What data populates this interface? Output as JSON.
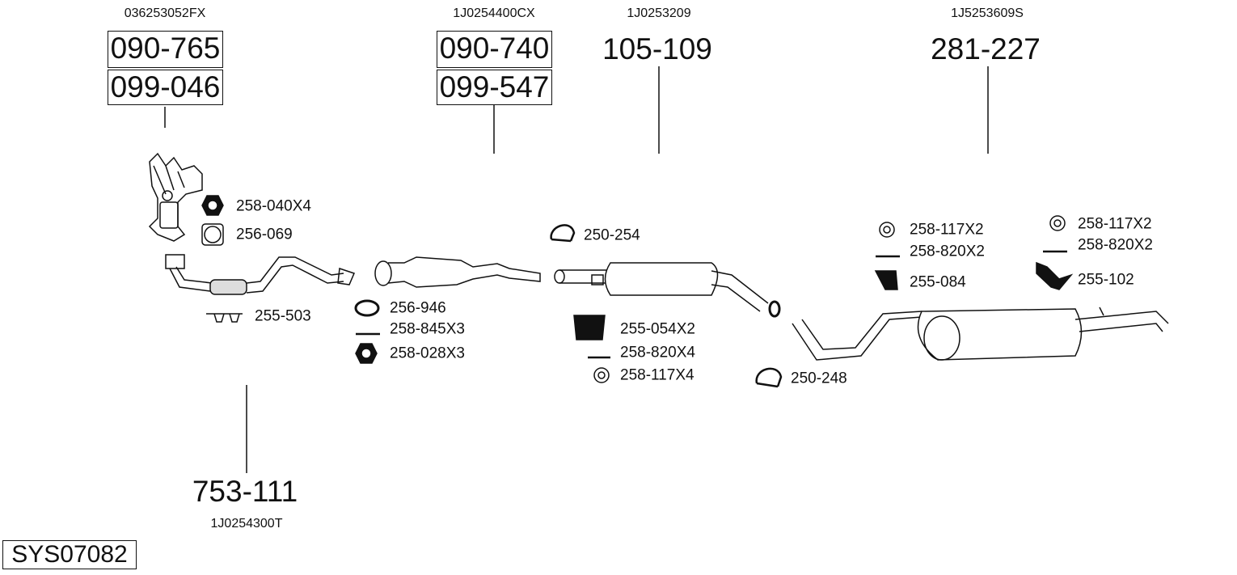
{
  "system_id": "SYS07082",
  "groups": [
    {
      "oe": "036253052FX",
      "parts": [
        "090-765",
        "099-046"
      ]
    },
    {
      "oe": "1J0254400CX",
      "parts": [
        "090-740",
        "099-547"
      ]
    },
    {
      "oe": "1J0253209",
      "parts": [
        "105-109"
      ]
    },
    {
      "oe": "1J5253609S",
      "parts": [
        "281-227"
      ]
    },
    {
      "oe": "1J0254300T",
      "parts": [
        "753-111"
      ]
    }
  ],
  "accessories": [
    "258-040X4",
    "256-069",
    "255-503",
    "256-946",
    "258-845X3",
    "258-028X3",
    "250-254",
    "255-054X2",
    "258-820X4",
    "258-117X4",
    "250-248",
    "258-117X2",
    "258-820X2",
    "255-084",
    "258-117X2",
    "258-820X2",
    "255-102"
  ]
}
